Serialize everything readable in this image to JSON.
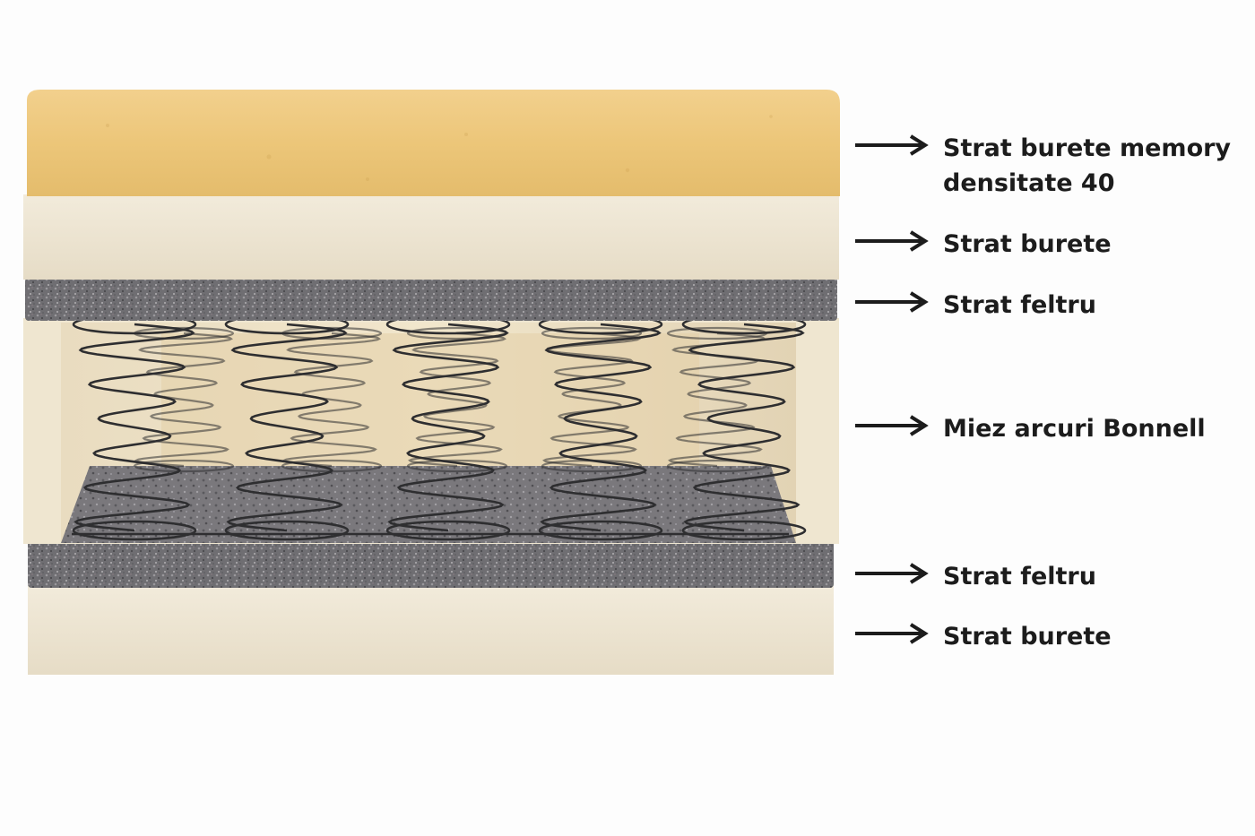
{
  "labels": [
    {
      "id": "memory-foam",
      "text": "Strat burete memory\ndensitate 40"
    },
    {
      "id": "foam-top",
      "text": "Strat burete"
    },
    {
      "id": "felt-top",
      "text": "Strat feltru"
    },
    {
      "id": "spring-core",
      "text": "Miez arcuri Bonnell"
    },
    {
      "id": "felt-bottom",
      "text": "Strat feltru"
    },
    {
      "id": "foam-bottom",
      "text": "Strat burete"
    }
  ],
  "colors": {
    "memory_foam": "#ecc679",
    "foam": "#ede5d2",
    "felt": "#6d6c70",
    "spring": "#2e2e30",
    "text": "#1c1c1c",
    "background": "#fdfdfd"
  }
}
